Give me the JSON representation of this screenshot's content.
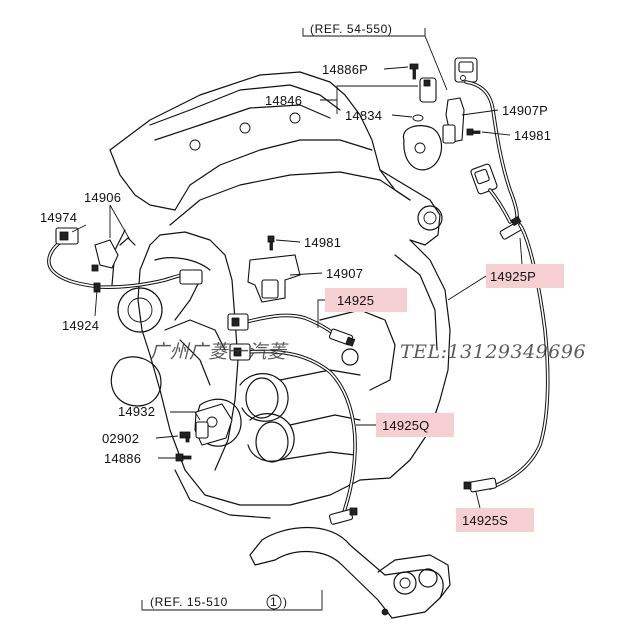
{
  "diagram": {
    "refs": {
      "top": "(REF. 54-550)",
      "bottom_prefix": "(REF. 15-510",
      "bottom_circle": "1",
      "bottom_suffix": ")"
    },
    "labels": {
      "p14886P": "14886P",
      "p14846": "14846",
      "p14834": "14834",
      "p14907P": "14907P",
      "p14981_top": "14981",
      "p14906": "14906",
      "p14974": "14974",
      "p14981_mid": "14981",
      "p14907": "14907",
      "p14924": "14924",
      "p14925": "14925",
      "p14925P": "14925P",
      "p14932": "14932",
      "p02902": "02902",
      "p14886": "14886",
      "p14925Q": "14925Q",
      "p14925S": "14925S"
    },
    "highlighted": [
      "14925",
      "14925P",
      "14925Q",
      "14925S"
    ],
    "highlight_color": "#f6cfd3",
    "watermark": {
      "left": "广州广菱一汽菱",
      "right": "TEL:13129349696"
    }
  }
}
